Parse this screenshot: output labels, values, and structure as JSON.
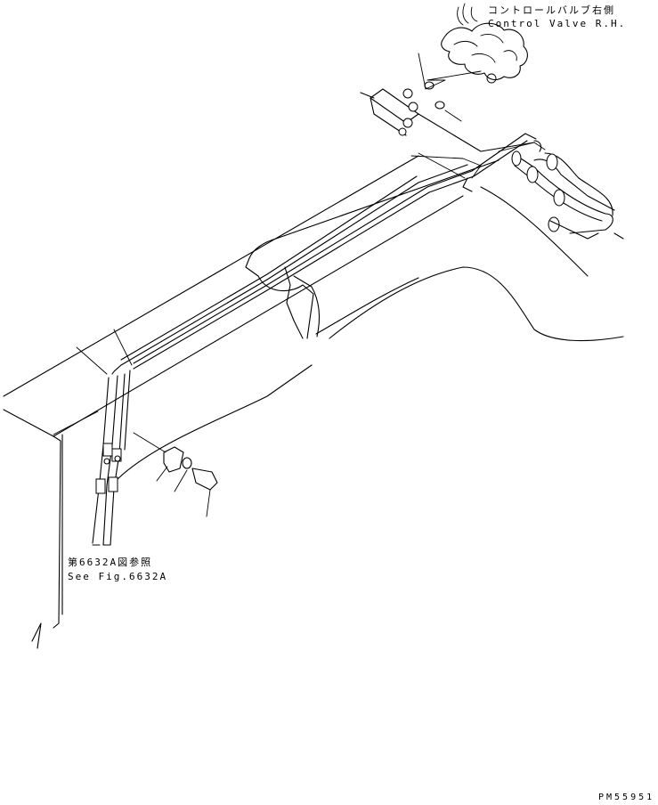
{
  "labels": {
    "control_valve_jp": "コントロールバルブ右側",
    "control_valve_en": "Control Valve R.H.",
    "see_fig_jp": "第6632A図参照",
    "see_fig_en": "See Fig.6632A",
    "drawing_code": "PM55951"
  },
  "colors": {
    "line": "#000000",
    "background": "#ffffff"
  }
}
